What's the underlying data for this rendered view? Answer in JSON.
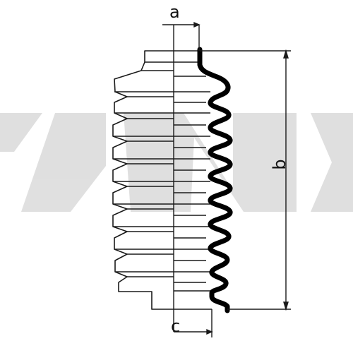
{
  "diagram": {
    "labels": {
      "a": "a",
      "b": "b",
      "c": "c"
    },
    "colors": {
      "line": "#1a1a1a",
      "outline": "#000000",
      "watermark": "#d9d9d9",
      "background": "#ffffff"
    }
  }
}
